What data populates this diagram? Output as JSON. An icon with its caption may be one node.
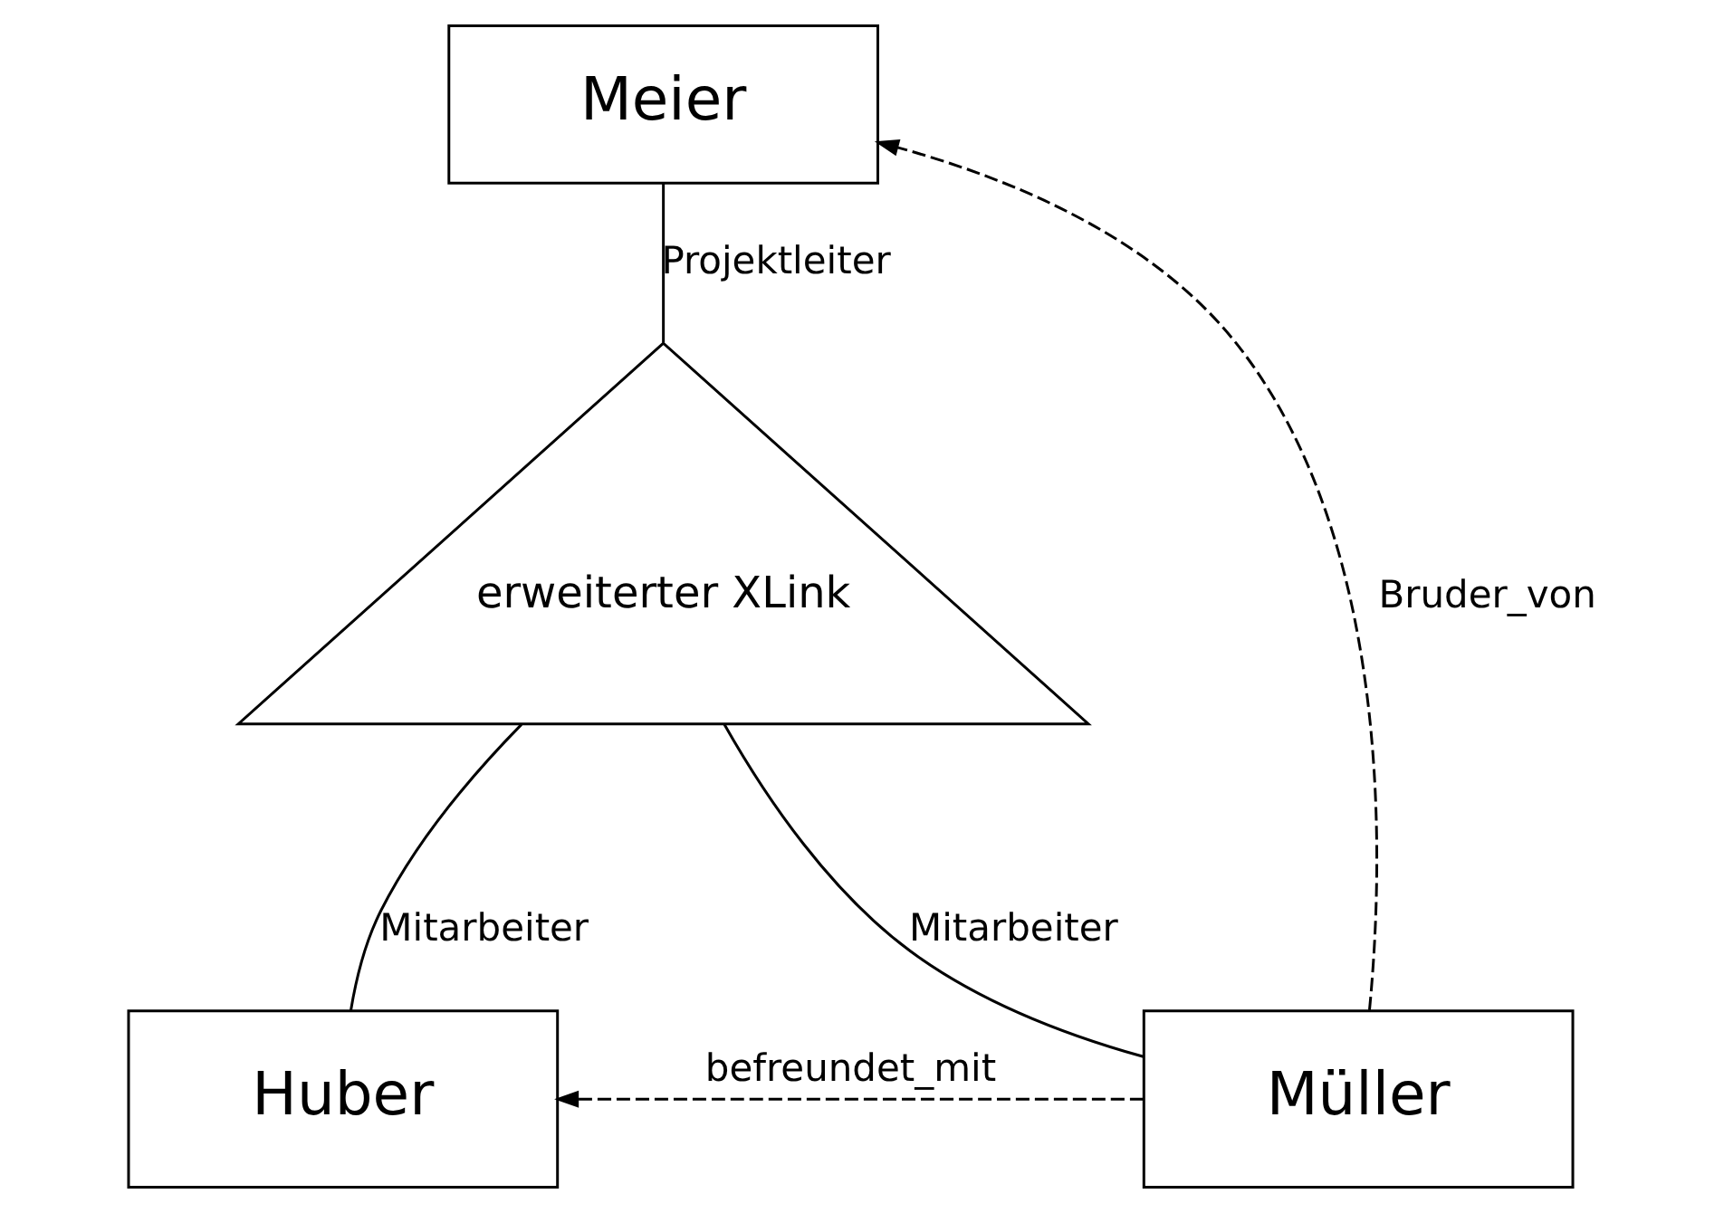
{
  "diagram": {
    "nodes": [
      {
        "text": [
          "Meier"
        ]
      },
      {
        "text": [
          "erweiterter XLink"
        ]
      },
      {
        "text": [
          "Huber"
        ]
      },
      {
        "text": [
          "Müller"
        ]
      }
    ],
    "edges": [
      {
        "from": 0,
        "to": 1,
        "arrow": "none",
        "label": "Projektleiter"
      },
      {
        "from": 1,
        "to": 2,
        "arrow": "none",
        "label": "Mitarbeiter"
      },
      {
        "from": 1,
        "to": 3,
        "arrow": "none",
        "label": "Mitarbeiter"
      },
      {
        "from": 3,
        "to": 0,
        "arrow": "to",
        "label": "Bruder_von",
        "style": "dashed"
      },
      {
        "from": 3,
        "to": 2,
        "arrow": "to",
        "label": "befreundet_mit",
        "style": "dashed"
      }
    ]
  }
}
